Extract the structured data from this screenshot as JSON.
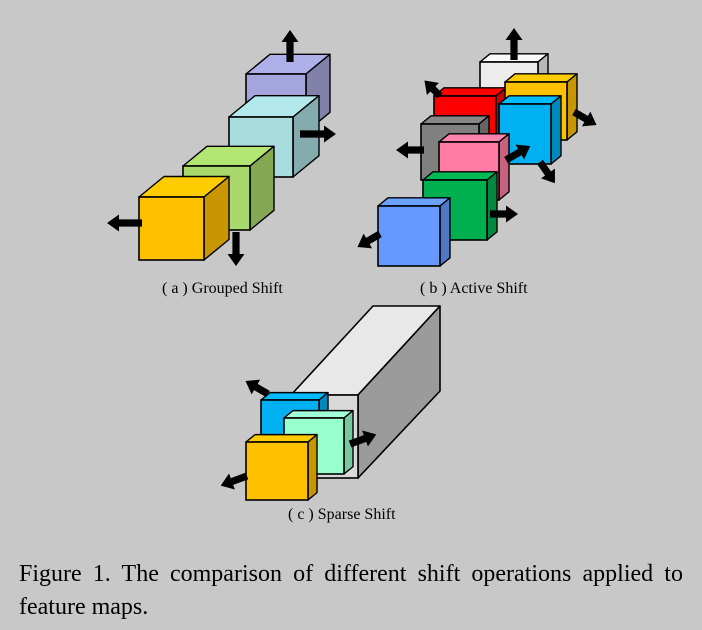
{
  "panels": {
    "a": {
      "label": "( a ) Grouped Shift"
    },
    "b": {
      "label": "( b ) Active Shift"
    },
    "c": {
      "label": "( c ) Sparse Shift"
    }
  },
  "caption": {
    "prefix": "Figure 1.",
    "text": "The comparison of different shift operations applied to feature maps."
  },
  "colors": {
    "background": "#c8c8c8",
    "arrow": "#000000",
    "outline": "#000000",
    "a_cubes": [
      "#a5a5dd",
      "#a9dcdf",
      "#a9d86c",
      "#ffc000"
    ],
    "b_cubes": [
      "#ececec",
      "#ff0000",
      "#ffc000",
      "#808080",
      "#00b0f0",
      "#ff7ca4",
      "#00b050",
      "#6699ff"
    ],
    "c_cubes": [
      "#e3e3e3",
      "#00b0f0",
      "#99ffcc",
      "#ffc000"
    ]
  },
  "icons": [
    "shift-arrow-icon"
  ]
}
